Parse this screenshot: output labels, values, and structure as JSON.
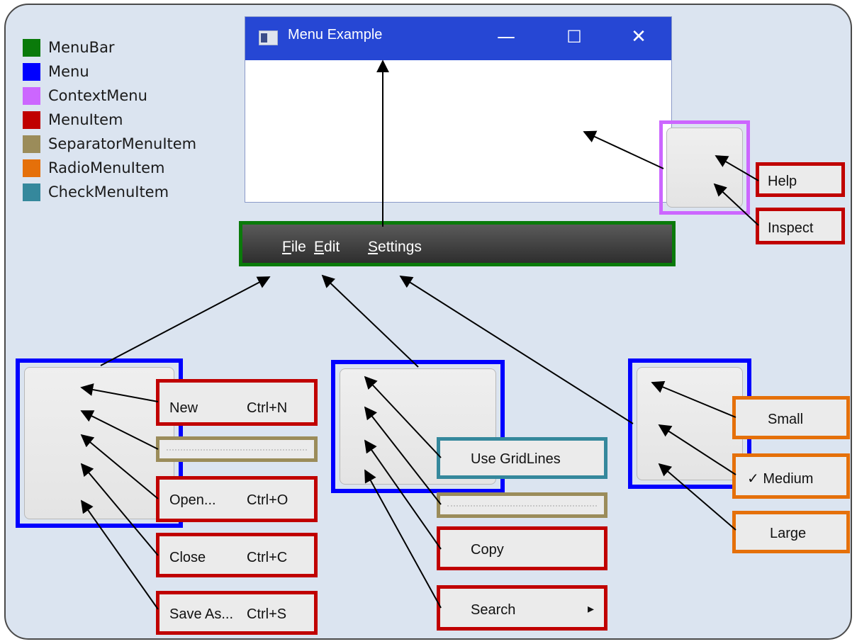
{
  "legend": [
    {
      "label": "MenuBar",
      "color": "#0a7a0a"
    },
    {
      "label": "Menu",
      "color": "#0000ff"
    },
    {
      "label": "ContextMenu",
      "color": "#cc66ff"
    },
    {
      "label": "MenuItem",
      "color": "#c00000"
    },
    {
      "label": "SeparatorMenuItem",
      "color": "#9b8c5a"
    },
    {
      "label": "RadioMenuItem",
      "color": "#e5700a"
    },
    {
      "label": "CheckMenuItem",
      "color": "#35889c"
    }
  ],
  "window": {
    "title": "Menu Example",
    "minimize": "—",
    "maximize": "☐",
    "close": "✕"
  },
  "menubar": {
    "file": {
      "mnemonic": "F",
      "rest": "ile"
    },
    "edit": {
      "mnemonic": "E",
      "rest": "dit"
    },
    "settings": {
      "mnemonic": "S",
      "rest": "ettings"
    }
  },
  "context_menu": {
    "help": "Help",
    "inspect": "Inspect"
  },
  "file_menu": {
    "new": {
      "label": "New",
      "shortcut": "Ctrl+N"
    },
    "open": {
      "label": "Open...",
      "shortcut": "Ctrl+O"
    },
    "close": {
      "label": "Close",
      "shortcut": "Ctrl+C"
    },
    "save_as": {
      "label": "Save As...",
      "shortcut": "Ctrl+S"
    }
  },
  "edit_menu": {
    "use_gridlines": "Use GridLines",
    "copy": "Copy",
    "search": "Search",
    "submenu_arrow": "▸"
  },
  "settings_menu": {
    "small": "Small",
    "medium": "✓ Medium",
    "large": "Large"
  }
}
